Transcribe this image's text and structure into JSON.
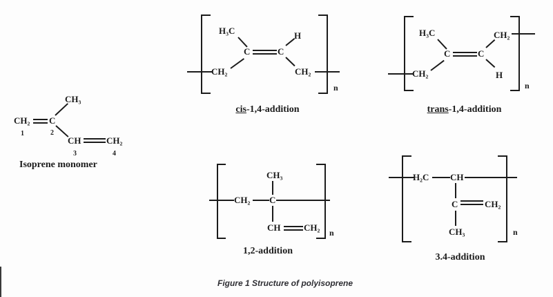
{
  "figure": {
    "caption": "Figure 1 Structure of polyisoprene"
  },
  "monomer": {
    "label": "Isoprene monomer",
    "atoms": {
      "ch3": "CH₃",
      "ch2_left": "CH₂",
      "c": "C",
      "ch": "CH",
      "ch2_right": "CH₂"
    },
    "numbers": {
      "n1": "1",
      "n2": "2",
      "n3": "3",
      "n4": "4"
    }
  },
  "cis": {
    "label_prefix": "cis",
    "label_suffix": "-1,4-addition",
    "repeat_subscript": "n",
    "atoms": {
      "h3c": "H₃C",
      "h": "H",
      "c_left": "C",
      "c_right": "C",
      "ch2_left": "CH₂",
      "ch2_right": "CH₂"
    }
  },
  "trans": {
    "label_prefix": "trans",
    "label_suffix": "-1,4-addition",
    "repeat_subscript": "n",
    "atoms": {
      "h3c": "H₃C",
      "ch2_top": "CH₂",
      "c_left": "C",
      "c_right": "C",
      "ch2_left": "CH₂",
      "h": "H"
    }
  },
  "addition_1_2": {
    "label": "1,2-addition",
    "repeat_subscript": "n",
    "atoms": {
      "ch2": "CH₂",
      "c": "C",
      "ch3": "CH₃",
      "ch": "CH",
      "ch2_vinyl": "CH₂"
    }
  },
  "addition_3_4": {
    "label": "3.4-addition",
    "repeat_subscript": "n",
    "atoms": {
      "h2c": "H₂C",
      "ch": "CH",
      "c": "C",
      "ch2": "CH₂",
      "ch3": "CH₃"
    }
  }
}
